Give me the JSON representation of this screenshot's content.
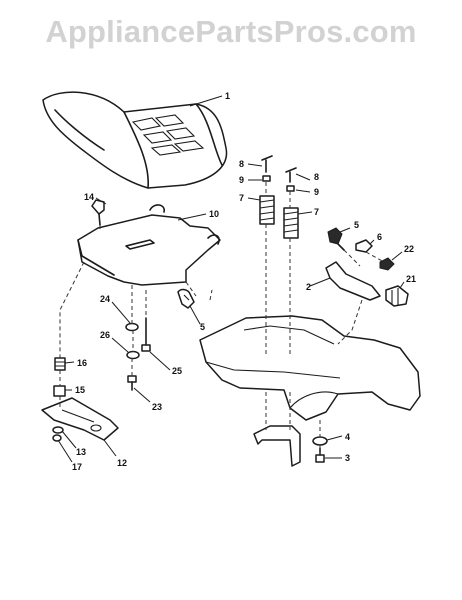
{
  "watermark": "AppliancePartsPros.com",
  "callouts": {
    "p1": "1",
    "p2": "2",
    "p3": "3",
    "p4": "4",
    "p5a": "5",
    "p5b": "5",
    "p6": "6",
    "p7a": "7",
    "p7b": "7",
    "p8a": "8",
    "p8b": "8",
    "p9a": "9",
    "p9b": "9",
    "p10": "10",
    "p12": "12",
    "p13": "13",
    "p14": "14",
    "p15": "15",
    "p16": "16",
    "p17": "17",
    "p21": "21",
    "p22": "22",
    "p23": "23",
    "p24": "24",
    "p25": "25",
    "p26": "26"
  }
}
